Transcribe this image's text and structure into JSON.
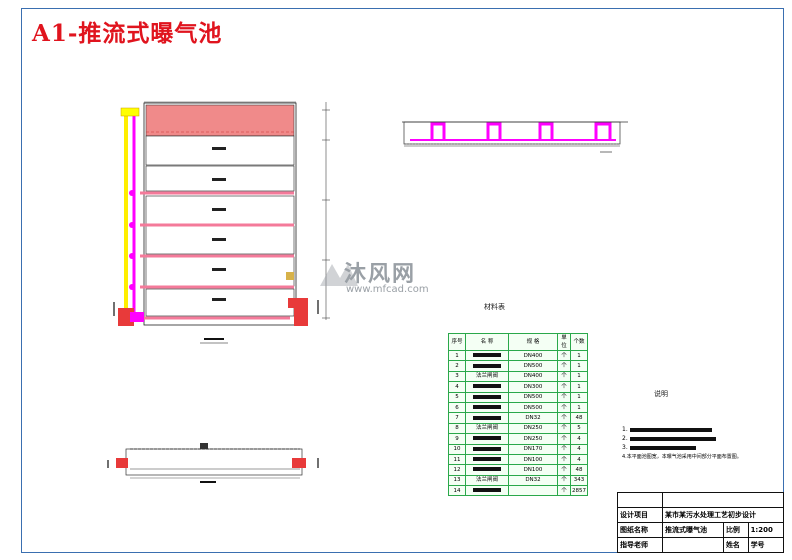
{
  "drawing_title": "A1-推流式曝气池",
  "watermark": {
    "brand": "沐风网",
    "url": "www.mfcad.com"
  },
  "materials_table": {
    "title": "材料表",
    "headers": [
      "序号",
      "名  称",
      "规      格",
      "单位",
      "个数"
    ],
    "rows": [
      {
        "no": "1",
        "name": "",
        "spec": "DN400",
        "unit": "个",
        "qty": "1"
      },
      {
        "no": "2",
        "name": "",
        "spec": "DN500",
        "unit": "个",
        "qty": "1"
      },
      {
        "no": "3",
        "name": "法兰闸阀",
        "spec": "DN400",
        "unit": "个",
        "qty": "1"
      },
      {
        "no": "4",
        "name": "",
        "spec": "DN300",
        "unit": "个",
        "qty": "1"
      },
      {
        "no": "5",
        "name": "",
        "spec": "DN500",
        "unit": "个",
        "qty": "1"
      },
      {
        "no": "6",
        "name": "",
        "spec": "DN500",
        "unit": "个",
        "qty": "1"
      },
      {
        "no": "7",
        "name": "",
        "spec": "DN32",
        "unit": "个",
        "qty": "48"
      },
      {
        "no": "8",
        "name": "法兰闸阀",
        "spec": "DN250",
        "unit": "个",
        "qty": "5"
      },
      {
        "no": "9",
        "name": "",
        "spec": "DN250",
        "unit": "个",
        "qty": "4"
      },
      {
        "no": "10",
        "name": "",
        "spec": "DN170",
        "unit": "个",
        "qty": "4"
      },
      {
        "no": "11",
        "name": "",
        "spec": "DN100",
        "unit": "个",
        "qty": "4"
      },
      {
        "no": "12",
        "name": "",
        "spec": "DN100",
        "unit": "个",
        "qty": "48"
      },
      {
        "no": "13",
        "name": "法兰闸阀",
        "spec": "DN32",
        "unit": "个",
        "qty": "343"
      },
      {
        "no": "14",
        "name": "",
        "spec": "",
        "unit": "个",
        "qty": "2857"
      }
    ]
  },
  "notes": {
    "title": "说明",
    "items": [
      {
        "num": "1."
      },
      {
        "num": "2."
      },
      {
        "num": "3."
      },
      {
        "num": "4.",
        "text": "本平面池图宽，本曝气池采用中间部分平面布置图。"
      }
    ]
  },
  "title_block": {
    "row1_label": "设计项目",
    "row1_value": "某市某污水处理工艺初步设计",
    "row2_label": "图纸名称",
    "row2_value": "推流式曝气池",
    "scale_label": "比例",
    "scale_value": "1:200",
    "row3_label": "指导老师",
    "name_label": "姓名",
    "id_label": "学号"
  },
  "colors": {
    "title_red": "#e0141e",
    "frame_blue": "#3a6fb0",
    "pipe_magenta": "#ff00ff",
    "pipe_yellow": "#ffff00",
    "tank_pink": "#f08a8a",
    "table_green": "#2aa84a"
  }
}
